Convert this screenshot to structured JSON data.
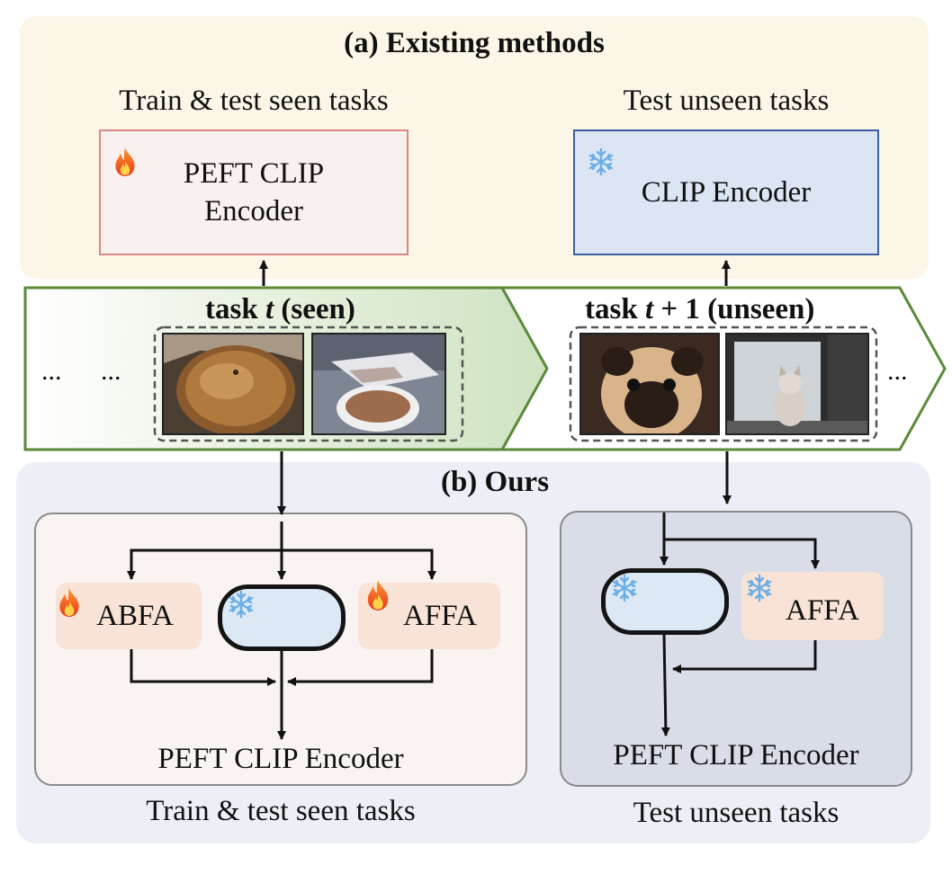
{
  "panel_a": {
    "title": "(a) Existing methods",
    "left_caption": "Train & test seen tasks",
    "right_caption": "Test unseen tasks",
    "left_box_line1": "PEFT CLIP",
    "left_box_line2": "Encoder",
    "right_box": "CLIP Encoder"
  },
  "tasks": {
    "seen_label_prefix": "task ",
    "seen_label_var": "t",
    "seen_label_suffix": " (seen)",
    "unseen_label_prefix": "task ",
    "unseen_label_var": "t",
    "unseen_label_suffix": " + 1 (unseen)",
    "ellipsis": "..."
  },
  "panel_b": {
    "title": "(b) Ours",
    "left_module_1": "ABFA",
    "left_module_2": "AFFA",
    "right_module": "AFFA",
    "left_output": "PEFT CLIP Encoder",
    "right_output": "PEFT CLIP Encoder",
    "left_caption": "Train & test seen tasks",
    "right_caption": "Test unseen tasks"
  },
  "colors": {
    "seen_arrow_fill": "#dcebd3",
    "arrow_border": "#5a8a3a",
    "trainable_box": "#d98883",
    "frozen_box": "#3b5f9e"
  },
  "icons": [
    "fire-icon",
    "snowflake-icon"
  ]
}
